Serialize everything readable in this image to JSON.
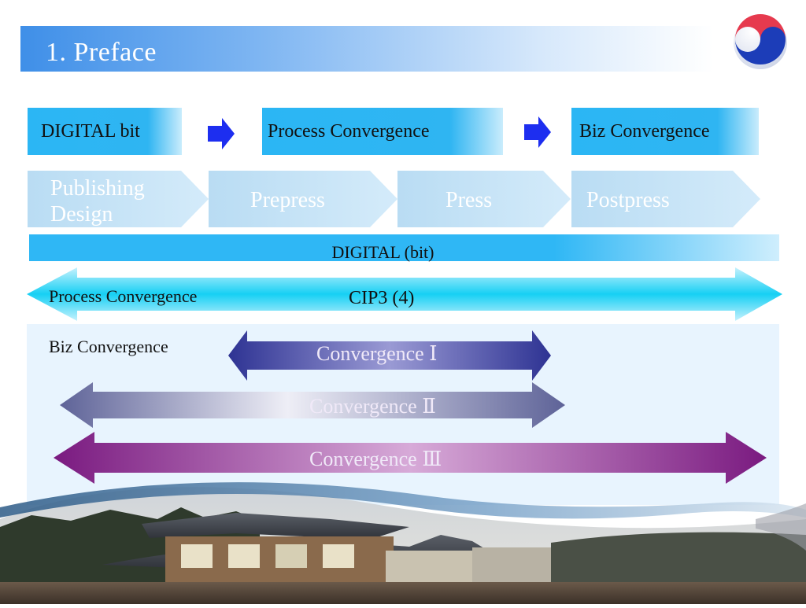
{
  "header": {
    "title": "1. Preface"
  },
  "top_flow": [
    {
      "label": "DIGITAL bit"
    },
    {
      "label": "Process Convergence"
    },
    {
      "label": "Biz Convergence"
    }
  ],
  "stages": [
    {
      "label": "Publishing\nDesign"
    },
    {
      "label": "Prepress"
    },
    {
      "label": "Press"
    },
    {
      "label": "Postpress"
    }
  ],
  "digital_band": {
    "label": "DIGITAL (bit)"
  },
  "process_band": {
    "label": "Process Convergence",
    "center": "CIP3 (4)"
  },
  "biz_panel": {
    "label": "Biz Convergence",
    "arrows": [
      {
        "label": "Convergence  Ⅰ"
      },
      {
        "label": "Convergence  Ⅱ"
      },
      {
        "label": "Convergence  Ⅲ"
      }
    ]
  },
  "colors": {
    "accent_blue": "#2fb7f5",
    "conv1": "#3a3f9e",
    "conv2": "#6a6fa6",
    "conv3": "#7d1f83"
  }
}
